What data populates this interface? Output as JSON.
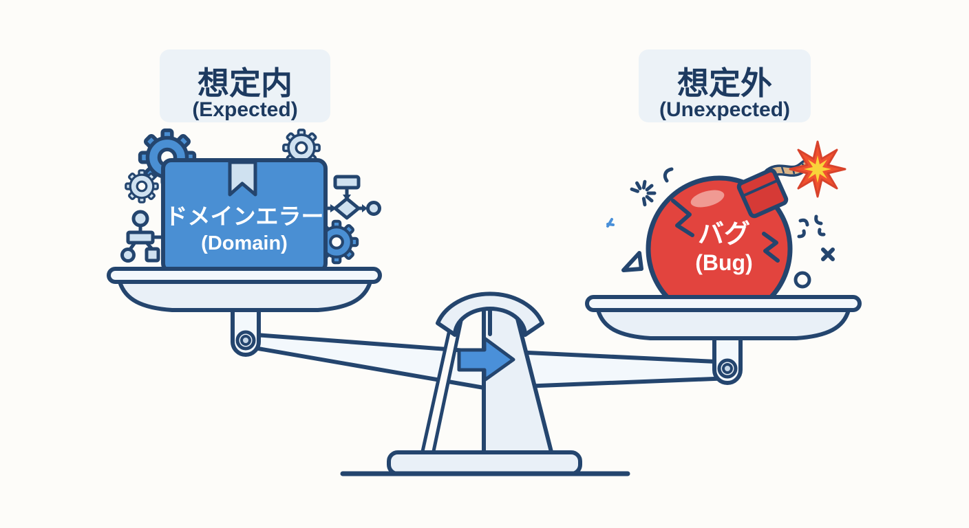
{
  "badges": {
    "left": {
      "jp": "想定内",
      "en": "(Expected)"
    },
    "right": {
      "jp": "想定外",
      "en": "(Unexpected)"
    }
  },
  "box": {
    "jp": "ドメインエラー",
    "en": "(Domain)"
  },
  "bomb": {
    "jp": "バグ",
    "en": "(Bug)"
  },
  "colors": {
    "background": "#fdfcf9",
    "outline_navy": "#24456e",
    "text_navy": "#1d3a60",
    "badge_bg": "#ecf2f7",
    "box_blue": "#4a8fd3",
    "gear_blue": "#4a8fd3",
    "gear_light": "#cfe1f0",
    "metal_light": "#e9f0f7",
    "bomb_red": "#e2443e",
    "cap_red": "#d63a36",
    "highlight_pink": "#f09a93",
    "spark_orange": "#f1512f",
    "spark_yellow": "#f9d43a",
    "fuse_tan": "#d9b488",
    "arrow_blue": "#4a90d9"
  },
  "icons": [
    "gear-icon",
    "org-chart-icon",
    "flowchart-icon",
    "package-box-icon",
    "bookmark-ribbon-icon",
    "bomb-icon",
    "bomb-cap-icon",
    "fuse-icon",
    "spark-burst-icon",
    "balance-scale-icon",
    "scale-pan-icon",
    "pivot-pin-icon",
    "arrow-right-icon",
    "anger-mark-icon",
    "cross-mark-icon",
    "circle-mark-icon",
    "triangle-mark-icon",
    "dash-burst-icon",
    "curve-mark-icon"
  ]
}
